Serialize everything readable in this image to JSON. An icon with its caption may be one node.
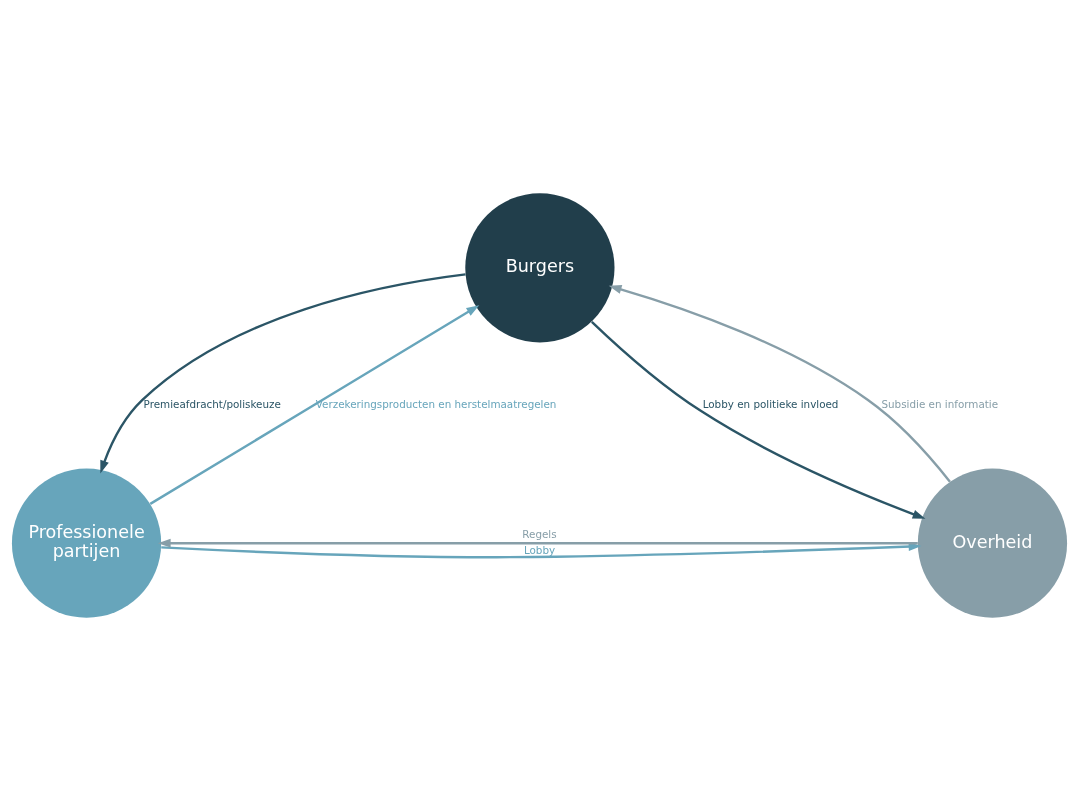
{
  "diagram": {
    "nodes": [
      {
        "text": [
          "Burgers"
        ]
      },
      {
        "text": [
          "Professionele partijen"
        ]
      },
      {
        "text": [
          "Overheid"
        ]
      }
    ],
    "edges": [
      {
        "from": 1,
        "to": 0,
        "arrow": "to",
        "label": "Verzekeringsproducten en herstelmaatregelen",
        "color": "#67a5bb"
      },
      {
        "from": 0,
        "to": 1,
        "arrow": "to",
        "label": "Premieafdracht/poliskeuze",
        "color": "#2b5566"
      },
      {
        "from": 0,
        "to": 2,
        "arrow": "to",
        "label": "Lobby en politieke invloed",
        "color": "#2b5566"
      },
      {
        "from": 2,
        "to": 0,
        "arrow": "to",
        "label": "Subsidie en informatie",
        "color": "#879ea8"
      },
      {
        "from": 2,
        "to": 1,
        "arrow": "to",
        "label": "Regels",
        "color": "#879ea8"
      },
      {
        "from": 1,
        "to": 2,
        "arrow": "to",
        "label": "Lobby",
        "color": "#67a5bb"
      }
    ]
  }
}
